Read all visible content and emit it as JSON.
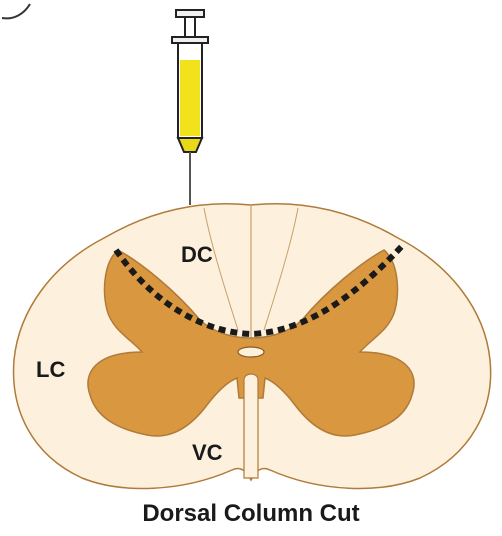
{
  "labels": {
    "dorsal": "DC",
    "lateral": "LC",
    "ventral": "VC"
  },
  "caption": "Dorsal Column Cut",
  "colors": {
    "white_matter": "#fdf1dd",
    "gray_matter": "#d9973f",
    "outline": "#b07a3a",
    "cut_line": "#1a1a1a",
    "syringe_fluid": "#f2e21c"
  },
  "icons": {
    "syringe": "syringe-icon"
  }
}
